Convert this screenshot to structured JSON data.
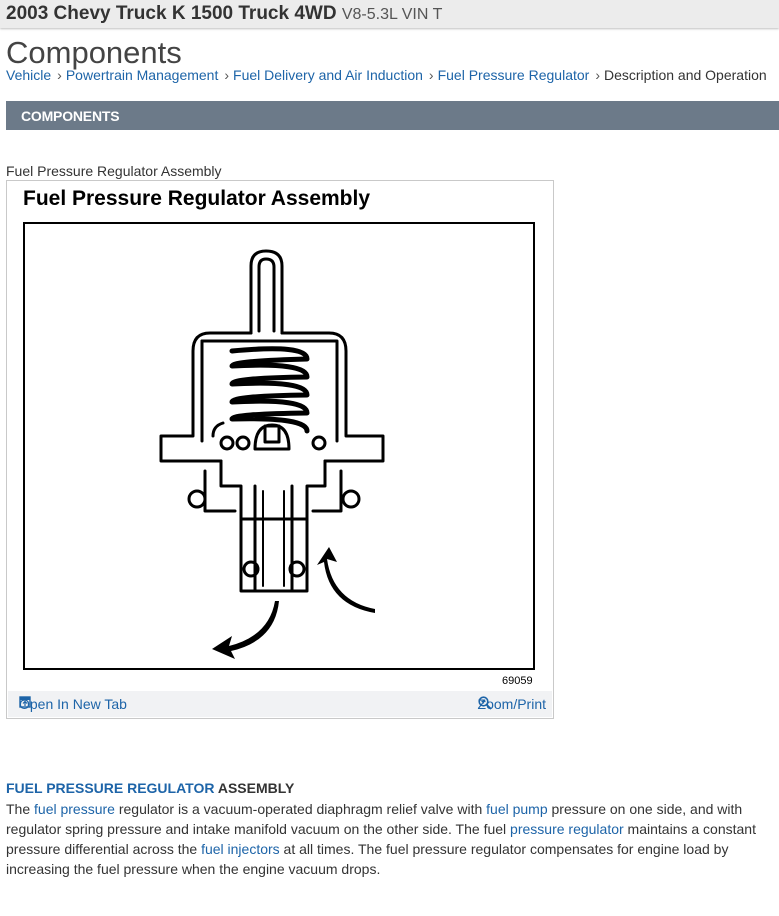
{
  "header": {
    "vehicle_title": "2003 Chevy Truck K 1500 Truck 4WD",
    "vehicle_sub": "V8-5.3L VIN T"
  },
  "page_title": "Components",
  "breadcrumb": [
    {
      "label": "Vehicle"
    },
    {
      "label": "Powertrain Management"
    },
    {
      "label": "Fuel Delivery and Air Induction"
    },
    {
      "label": "Fuel Pressure Regulator"
    },
    {
      "label": "Description and Operation"
    }
  ],
  "section_bar": {
    "label": "COMPONENTS"
  },
  "figure": {
    "caption": "Fuel Pressure Regulator Assembly",
    "title": "Fuel Pressure Regulator Assembly",
    "number": "69059",
    "open_label": "Open In New Tab",
    "zoom_label": "Zoom/Print"
  },
  "description": {
    "heading_link": "FUEL PRESSURE REGULATOR",
    "heading_rest": " ASSEMBLY",
    "p": [
      "The ",
      "fuel pressure",
      " regulator is a vacuum-operated diaphragm relief valve with ",
      "fuel pump",
      " pressure on one side, and with regulator spring pressure and intake manifold vacuum on the other side. The fuel ",
      "pressure regulator",
      " maintains a constant pressure differential across the ",
      "fuel injectors",
      " at all times. The fuel pressure regulator compensates for engine load by increasing the fuel pressure when the engine vacuum drops."
    ]
  },
  "colors": {
    "link": "#1d64a8",
    "section_bar": "#6c7a89",
    "topbar": "#ececec"
  },
  "icons": [
    "open-in-new-tab-icon",
    "zoom-icon",
    "chevron-right-icon"
  ]
}
